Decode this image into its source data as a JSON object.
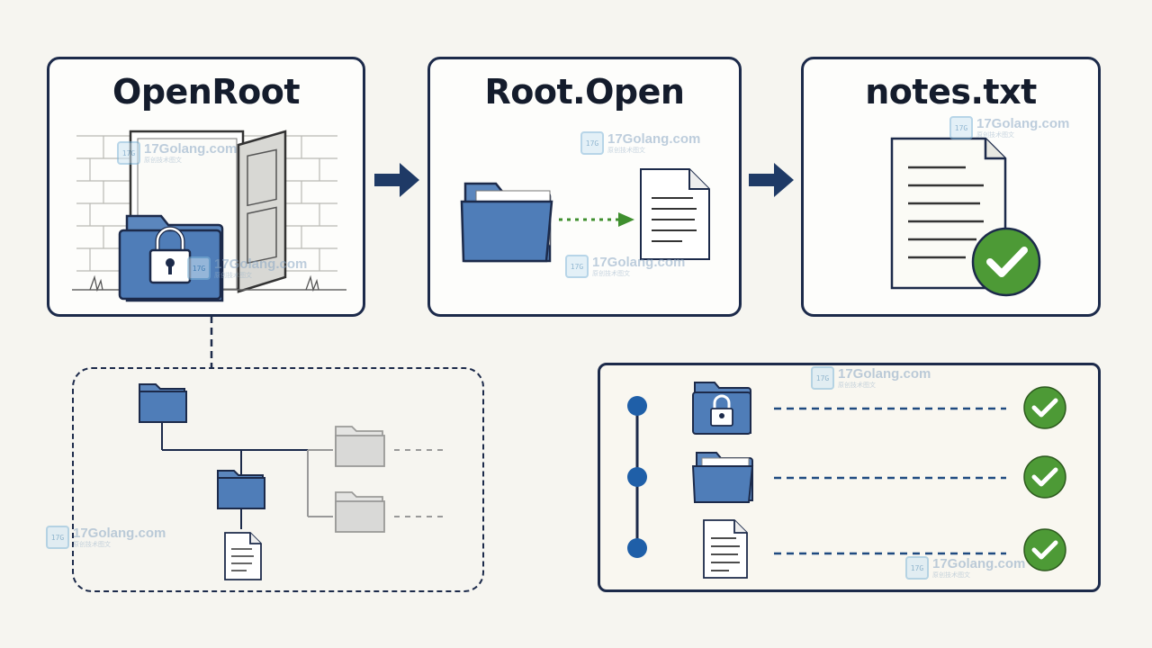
{
  "cards": {
    "open_root": {
      "title": "OpenRoot"
    },
    "root_open": {
      "title": "Root.Open"
    },
    "notes": {
      "title": "notes.txt"
    }
  },
  "watermark": {
    "text": "17Golang.com",
    "sub": "原创技术图文",
    "logo": "17G"
  },
  "colors": {
    "navy": "#1c2a4a",
    "folder_blue": "#4f7db8",
    "green": "#3f8f2e",
    "gray_folder": "#d9d9d9"
  },
  "icons": [
    "locked-folder-icon",
    "open-door-icon",
    "folder-icon",
    "document-icon",
    "check-icon",
    "arrow-right-icon"
  ]
}
